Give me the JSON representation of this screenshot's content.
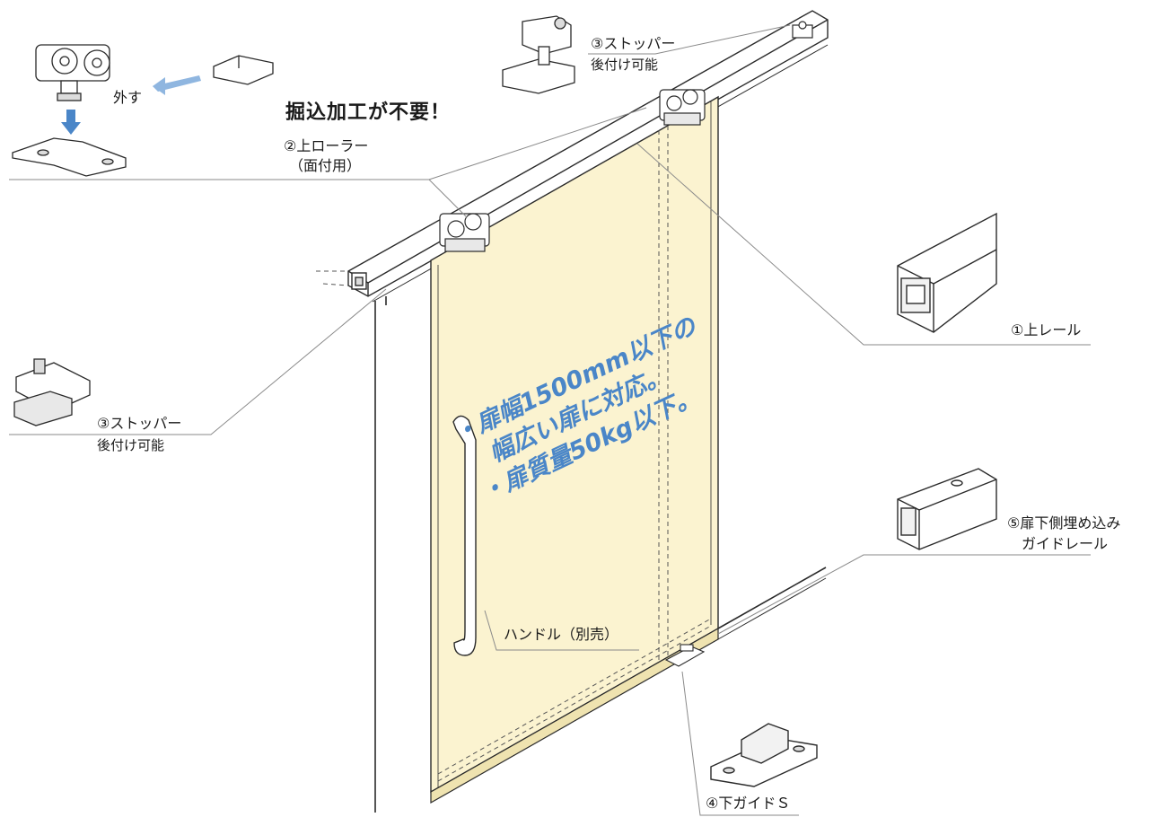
{
  "labels": {
    "remove": "外す",
    "no_mortise": "掘込加工が不要！",
    "upper_roller": "②上ローラー",
    "upper_roller_sub": "（面付用）",
    "stopper_top": "③ストッパー",
    "stopper_top_sub": "後付け可能",
    "stopper_left": "③ストッパー",
    "stopper_left_sub": "後付け可能",
    "upper_rail": "①上レール",
    "bottom_rail_line1": "⑤扉下側埋め込み",
    "bottom_rail_line2": "ガイドレール",
    "handle": "ハンドル（別売）",
    "bottom_guide": "④下ガイドＳ"
  },
  "features": [
    "・扉幅1500mm以下の",
    "　幅広い扉に対応。",
    "・扉質量50kg以下。"
  ],
  "colors": {
    "door_fill": "#fbf3d0",
    "line": "#2a2a2a",
    "leader": "#8a8a8a",
    "accent_blue": "#4a86c8",
    "part_fill": "#ffffff"
  }
}
